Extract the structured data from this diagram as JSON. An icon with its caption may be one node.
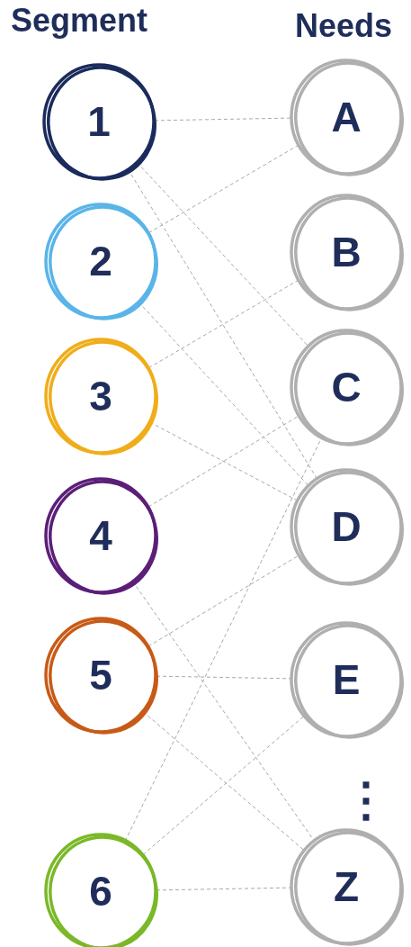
{
  "diagram": {
    "nodes": [
      {
        "text": [
          "1"
        ]
      },
      {
        "text": [
          "2"
        ]
      },
      {
        "text": [
          "3"
        ]
      },
      {
        "text": [
          "4"
        ]
      },
      {
        "text": [
          "5"
        ]
      },
      {
        "text": [
          "6"
        ]
      },
      {
        "text": [
          "A"
        ]
      },
      {
        "text": [
          "B"
        ]
      },
      {
        "text": [
          "C"
        ]
      },
      {
        "text": [
          "D"
        ]
      },
      {
        "text": [
          "E"
        ]
      },
      {
        "text": [
          "Z"
        ]
      }
    ],
    "edges": [
      {
        "from": 0,
        "to": 6,
        "arrow": "none"
      },
      {
        "from": 0,
        "to": 8,
        "arrow": "none"
      },
      {
        "from": 0,
        "to": 9,
        "arrow": "none"
      },
      {
        "from": 1,
        "to": 6,
        "arrow": "none"
      },
      {
        "from": 1,
        "to": 9,
        "arrow": "none"
      },
      {
        "from": 2,
        "to": 7,
        "arrow": "none"
      },
      {
        "from": 2,
        "to": 9,
        "arrow": "none"
      },
      {
        "from": 3,
        "to": 8,
        "arrow": "none"
      },
      {
        "from": 3,
        "to": 11,
        "arrow": "none"
      },
      {
        "from": 4,
        "to": 9,
        "arrow": "none"
      },
      {
        "from": 4,
        "to": 10,
        "arrow": "none"
      },
      {
        "from": 4,
        "to": 11,
        "arrow": "none"
      },
      {
        "from": 5,
        "to": 8,
        "arrow": "none"
      },
      {
        "from": 5,
        "to": 10,
        "arrow": "none"
      },
      {
        "from": 5,
        "to": 11,
        "arrow": "none"
      }
    ],
    "labels": [
      "Segment",
      "Needs",
      "⋮"
    ]
  }
}
